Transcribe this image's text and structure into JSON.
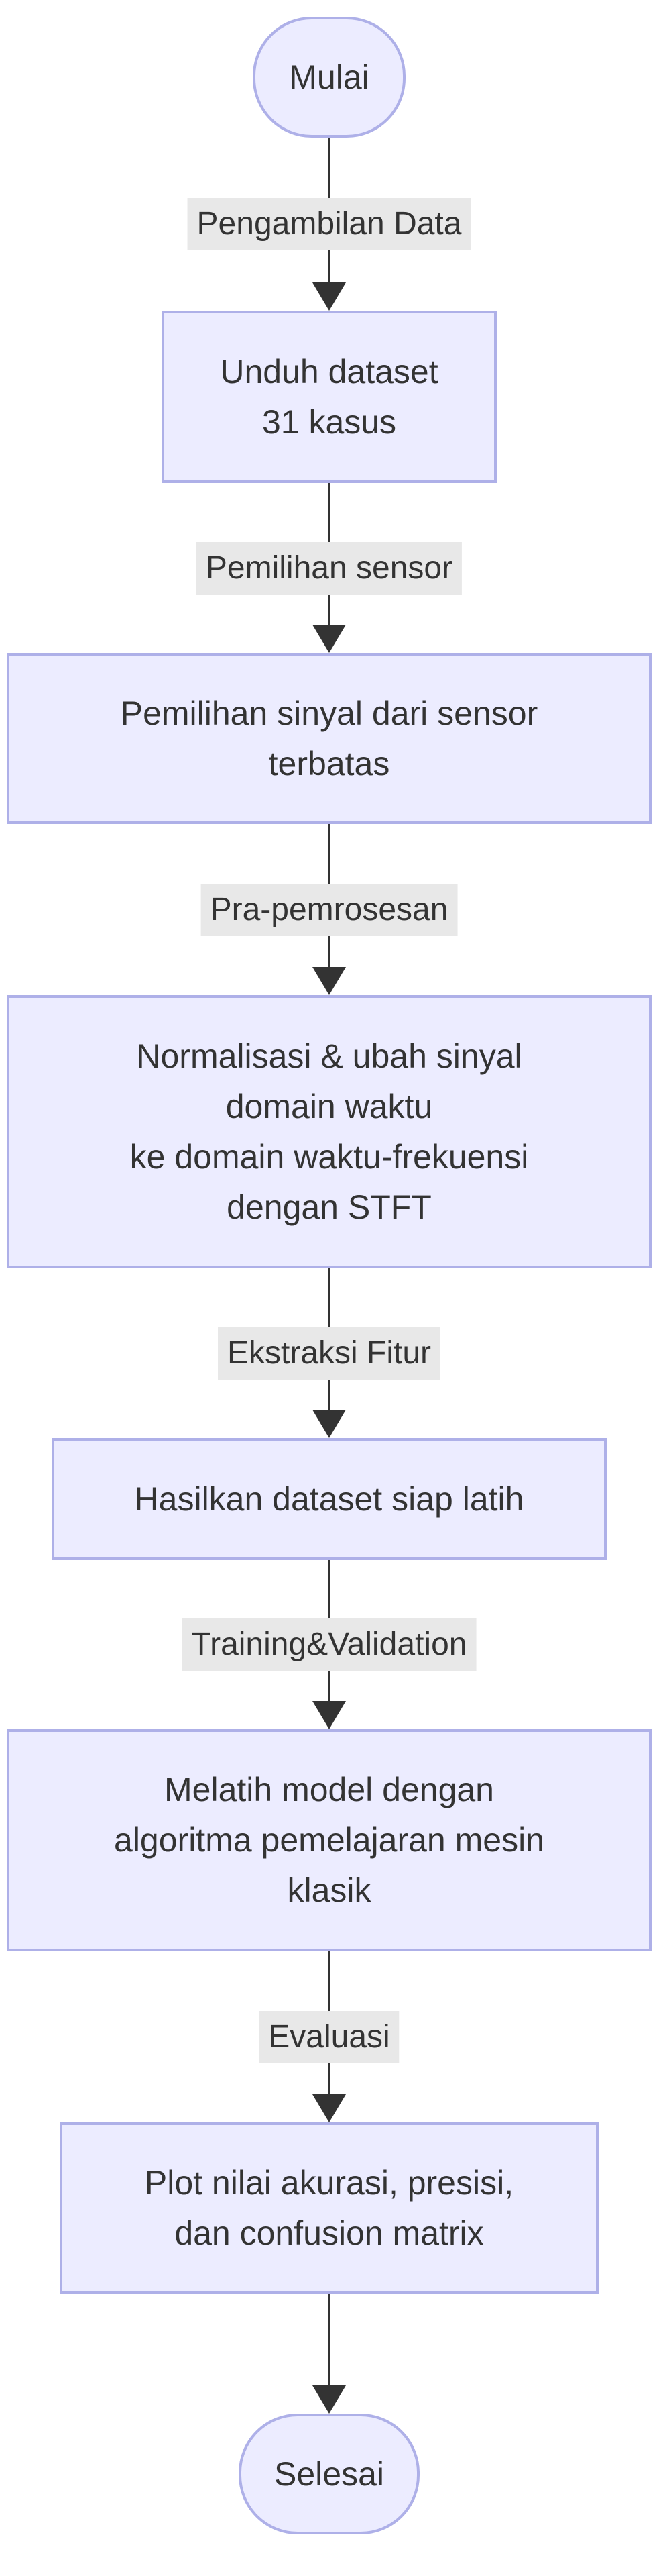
{
  "palette": {
    "background": "#ffffff",
    "node_fill": "#ECECFF",
    "node_border": "#AEB0E8",
    "node_text": "#333333",
    "edge_line": "#333333",
    "arrowhead": "#333333",
    "edge_label_bg": "#E8E8E8",
    "edge_label_text": "#333333"
  },
  "flowchart": {
    "direction": "top-down",
    "nodes": [
      {
        "id": "start",
        "shape": "stadium",
        "lines": [
          "Mulai"
        ]
      },
      {
        "id": "unduh-dataset",
        "shape": "rect",
        "lines": [
          "Unduh dataset",
          "31 kasus"
        ]
      },
      {
        "id": "pemilihan-sinyal",
        "shape": "rect",
        "lines": [
          "Pemilihan sinyal dari sensor",
          "terbatas"
        ]
      },
      {
        "id": "normalisasi-stft",
        "shape": "rect",
        "lines": [
          "Normalisasi & ubah sinyal",
          "domain waktu",
          "ke domain waktu-frekuensi",
          "dengan STFT"
        ]
      },
      {
        "id": "dataset-siap-latih",
        "shape": "rect",
        "lines": [
          "Hasilkan dataset siap latih"
        ]
      },
      {
        "id": "melatih-model",
        "shape": "rect",
        "lines": [
          "Melatih model dengan",
          "algoritma pemelajaran mesin",
          "klasik"
        ]
      },
      {
        "id": "plot-hasil",
        "shape": "rect",
        "lines": [
          "Plot nilai akurasi, presisi,",
          "dan confusion matrix"
        ]
      },
      {
        "id": "end",
        "shape": "stadium",
        "lines": [
          "Selesai"
        ]
      }
    ],
    "edges": [
      {
        "from": "start",
        "to": "unduh-dataset",
        "label": "Pengambilan Data"
      },
      {
        "from": "unduh-dataset",
        "to": "pemilihan-sinyal",
        "label": "Pemilihan sensor"
      },
      {
        "from": "pemilihan-sinyal",
        "to": "normalisasi-stft",
        "label": "Pra-pemrosesan"
      },
      {
        "from": "normalisasi-stft",
        "to": "dataset-siap-latih",
        "label": "Ekstraksi Fitur"
      },
      {
        "from": "dataset-siap-latih",
        "to": "melatih-model",
        "label": "Training&Validation"
      },
      {
        "from": "melatih-model",
        "to": "plot-hasil",
        "label": "Evaluasi"
      },
      {
        "from": "plot-hasil",
        "to": "end",
        "label": ""
      }
    ]
  }
}
